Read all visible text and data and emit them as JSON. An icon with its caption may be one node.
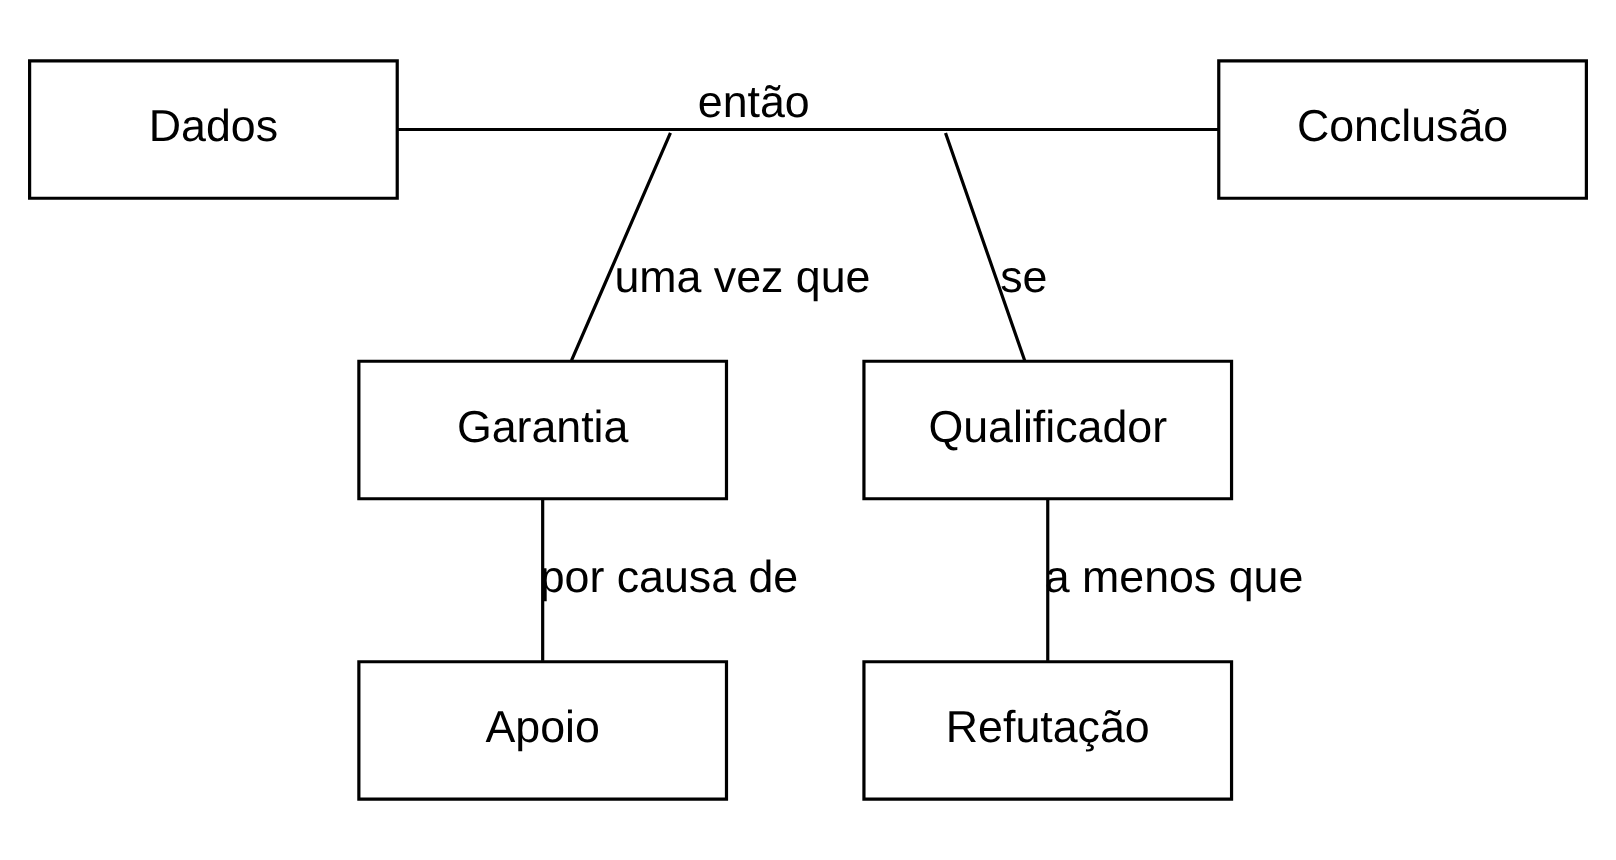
{
  "diagram": {
    "nodes": [
      {
        "text": [
          "Dados"
        ]
      },
      {
        "text": [
          "Conclusão"
        ]
      },
      {
        "text": [
          "Garantia"
        ]
      },
      {
        "text": [
          "Qualificador"
        ]
      },
      {
        "text": [
          "Apoio"
        ]
      },
      {
        "text": [
          "Refutação"
        ]
      }
    ],
    "edges": [
      {
        "from": 0,
        "to": 1,
        "arrow": "none",
        "label": "então"
      },
      {
        "from": null,
        "to": 2,
        "arrow": "none",
        "label": "uma vez que"
      },
      {
        "from": null,
        "to": 3,
        "arrow": "none",
        "label": "se"
      },
      {
        "from": 2,
        "to": 4,
        "arrow": "none",
        "label": "por causa de"
      },
      {
        "from": 3,
        "to": 5,
        "arrow": "none",
        "label": "a menos que"
      }
    ]
  }
}
